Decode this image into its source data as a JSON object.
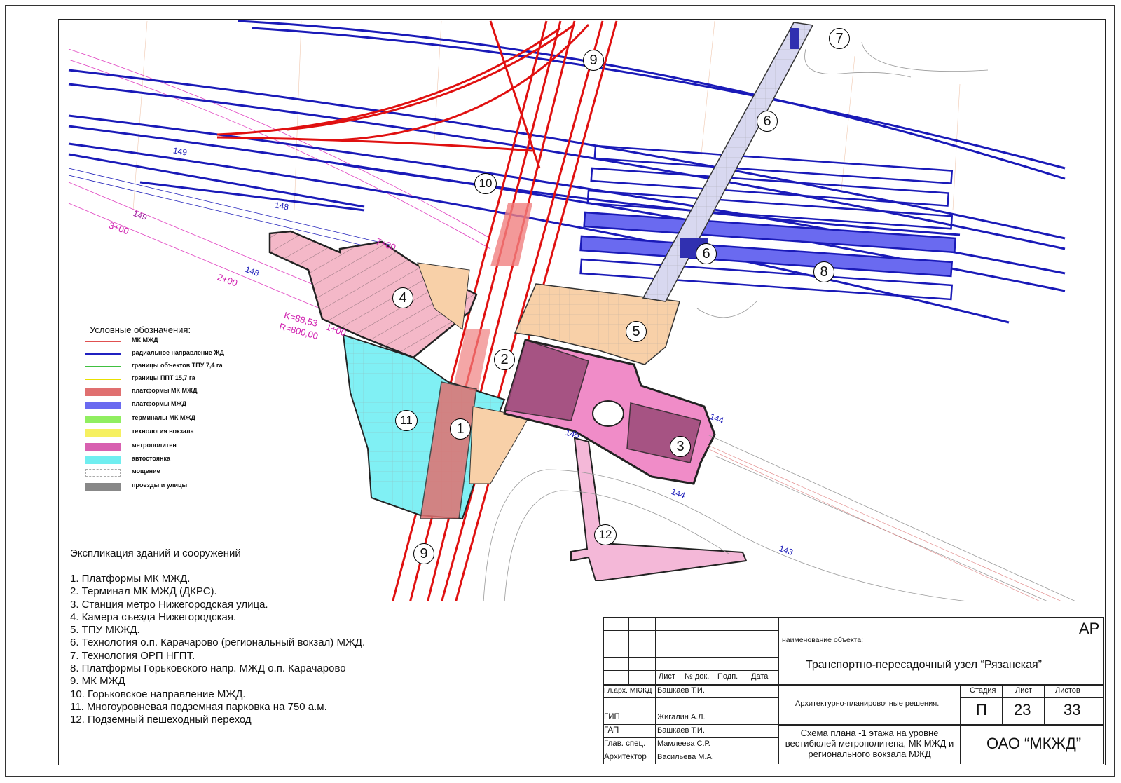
{
  "legend": {
    "title": "Условные обозначения:",
    "items": [
      {
        "label": "МК МЖД",
        "kind": "line",
        "color": "#e05050"
      },
      {
        "label": "радиальное направление ЖД",
        "kind": "line",
        "color": "#2020c0"
      },
      {
        "label": "границы объектов ТПУ 7,4 га",
        "kind": "line",
        "color": "#40c040"
      },
      {
        "label": "границы ППТ 15,7 га",
        "kind": "line",
        "color": "#e8e000"
      },
      {
        "label": "платформы МК МЖД",
        "kind": "box",
        "color": "#e07070"
      },
      {
        "label": "платформы МЖД",
        "kind": "box",
        "color": "#6a6af0"
      },
      {
        "label": "терминалы МК МЖД",
        "kind": "box",
        "color": "#90ee60"
      },
      {
        "label": "технология вокзала",
        "kind": "box",
        "color": "#f6f060"
      },
      {
        "label": "метрополитен",
        "kind": "box",
        "color": "#d860b0"
      },
      {
        "label": "автостоянка",
        "kind": "box",
        "color": "#70eef0"
      },
      {
        "label": "мощение",
        "kind": "box",
        "color": "#ffffff"
      },
      {
        "label": "проезды и улицы",
        "kind": "box",
        "color": "#888888"
      }
    ]
  },
  "explication": {
    "title": "Экспликация зданий и сооружений",
    "items": [
      "1. Платформы МК МЖД.",
      "2. Терминал МК МЖД (ДКРС).",
      "3. Станция метро Нижегородская улица.",
      "4. Камера съезда Нижегородская.",
      "5. ТПУ МКЖД.",
      "6. Технология о.п. Карачарово (региональный вокзал) МЖД.",
      "7. Технология ОРП НГПТ.",
      "8. Платформы Горьковского напр. МЖД о.п. Карачарово",
      "9. МК МЖД",
      "10. Горьковское направление МЖД.",
      "11. Многоуровневая подземная парковка на 750 а.м.",
      "12. Подземный пешеходный переход"
    ]
  },
  "plan": {
    "markers": [
      "1",
      "2",
      "3",
      "4",
      "5",
      "6",
      "6",
      "7",
      "8",
      "9",
      "9",
      "10",
      "11",
      "12"
    ],
    "labels": [
      "149",
      "148",
      "148",
      "149",
      "145",
      "144",
      "144",
      "143",
      "3+00",
      "2+00",
      "1+00",
      "7+00",
      "K=88,53",
      "R=800,00"
    ]
  },
  "titleblock": {
    "sheet_code": "АР",
    "object_caption": "наименование объекта:",
    "object_name": "Транспортно-пересадочный узел “Рязанская”",
    "section": "Архитектурно-планировочные решения.",
    "drawing_title": "Схема плана -1 этажа на уровне вестибюлей метрополитена, МК МЖД и регионального вокзала МЖД",
    "company": "ОАО “МКЖД”",
    "headers": {
      "list": "Лист",
      "doc": "№ док.",
      "sign": "Подп.",
      "date": "Дата",
      "stage": "Стадия",
      "sheet": "Лист",
      "sheets": "Листов"
    },
    "stage": "П",
    "sheet": "23",
    "sheets": "33",
    "people": [
      {
        "role": "Гл.арх. МКЖД",
        "name": "Башкаев Т.И."
      },
      {
        "role": "ГИП",
        "name": "Жигалин А.Л."
      },
      {
        "role": "ГАП",
        "name": "Башкаев Т.И."
      },
      {
        "role": "Глав. спец.",
        "name": "Мамлеева С.Р."
      },
      {
        "role": "Архитектор",
        "name": "Васильева М.А."
      }
    ]
  }
}
